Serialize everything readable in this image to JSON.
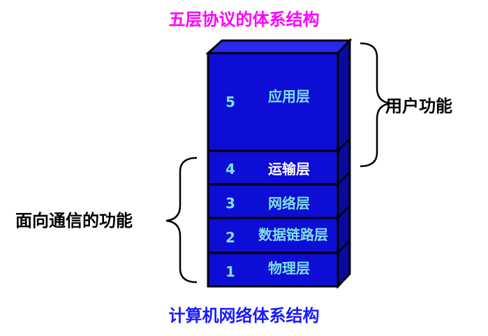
{
  "title": "五层协议的体系结构",
  "subtitle": "计算机网络体系结构",
  "right_label": "用户功能",
  "left_label": "面向通信的功能",
  "layers": [
    {
      "number": "5",
      "name": "应用层"
    },
    {
      "number": "4",
      "name": "运输层"
    },
    {
      "number": "3",
      "name": "网络层"
    },
    {
      "number": "2",
      "name": "数据链路层"
    },
    {
      "number": "1",
      "name": "物理层"
    }
  ],
  "colors": {
    "title": "#ff00ff",
    "subtitle": "#1a1aff",
    "layer_front": "#0d0dd6",
    "layer_side": "#0a0a9e",
    "layer_top": "#2828ee",
    "layer_number": "#7fe0e6",
    "layer_name_top": "#7fe0e6",
    "layer_name_accent": "#ffffff"
  }
}
